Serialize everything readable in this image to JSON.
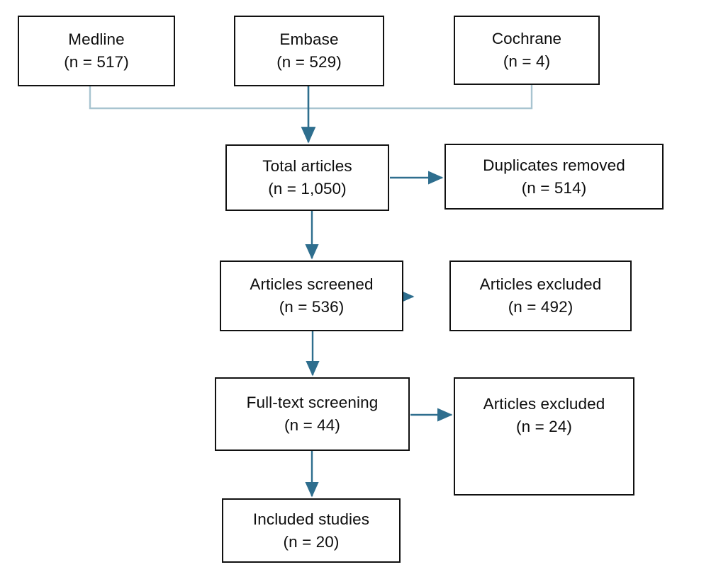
{
  "diagram": {
    "type": "prisma-flow-diagram",
    "title": "Study selection flow",
    "colors": {
      "box_border": "#111111",
      "box_fill": "#ffffff",
      "text": "#0d0d0d",
      "arrow": "#2e6e8e",
      "manifold_connector": "#a8c4d0"
    }
  },
  "nodes": {
    "medline": {
      "label": "Medline",
      "count": "(n = 517)"
    },
    "embase": {
      "label": "Embase",
      "count": "(n = 529)"
    },
    "cochrane": {
      "label": "Cochrane",
      "count": "(n = 4)"
    },
    "total": {
      "label": "Total articles",
      "count": "(n = 1,050)"
    },
    "duplicates": {
      "label": "Duplicates removed",
      "count": "(n = 514)"
    },
    "screened": {
      "label": "Articles screened",
      "count": "(n = 536)"
    },
    "excluded1": {
      "label": "Articles excluded",
      "count": "(n = 492)"
    },
    "fulltext": {
      "label": "Full-text screening",
      "count": "(n = 44)"
    },
    "excluded2": {
      "label": "Articles excluded",
      "count": "(n = 24)"
    },
    "included": {
      "label": "Included studies",
      "count": "(n = 20)"
    }
  },
  "chart_data": {
    "type": "diagram",
    "title": "PRISMA study selection flow",
    "stages": [
      {
        "id": "medline",
        "label": "Medline",
        "n": 517,
        "stage": "identification"
      },
      {
        "id": "embase",
        "label": "Embase",
        "n": 529,
        "stage": "identification"
      },
      {
        "id": "cochrane",
        "label": "Cochrane",
        "n": 4,
        "stage": "identification"
      },
      {
        "id": "total",
        "label": "Total articles",
        "n": 1050,
        "stage": "identification"
      },
      {
        "id": "duplicates",
        "label": "Duplicates removed",
        "n": 514,
        "stage": "screening-exclusion"
      },
      {
        "id": "screened",
        "label": "Articles screened",
        "n": 536,
        "stage": "screening"
      },
      {
        "id": "excluded1",
        "label": "Articles excluded",
        "n": 492,
        "stage": "screening-exclusion"
      },
      {
        "id": "fulltext",
        "label": "Full-text screening",
        "n": 44,
        "stage": "eligibility"
      },
      {
        "id": "excluded2",
        "label": "Articles excluded",
        "n": 24,
        "stage": "eligibility-exclusion"
      },
      {
        "id": "included",
        "label": "Included studies",
        "n": 20,
        "stage": "included"
      }
    ],
    "edges": [
      {
        "from": "medline",
        "to": "total",
        "style": "manifold"
      },
      {
        "from": "embase",
        "to": "total",
        "style": "arrow"
      },
      {
        "from": "cochrane",
        "to": "total",
        "style": "manifold"
      },
      {
        "from": "total",
        "to": "duplicates",
        "style": "arrow"
      },
      {
        "from": "total",
        "to": "screened",
        "style": "arrow"
      },
      {
        "from": "screened",
        "to": "excluded1",
        "style": "arrow"
      },
      {
        "from": "screened",
        "to": "fulltext",
        "style": "arrow"
      },
      {
        "from": "fulltext",
        "to": "excluded2",
        "style": "arrow"
      },
      {
        "from": "fulltext",
        "to": "included",
        "style": "arrow"
      }
    ]
  }
}
